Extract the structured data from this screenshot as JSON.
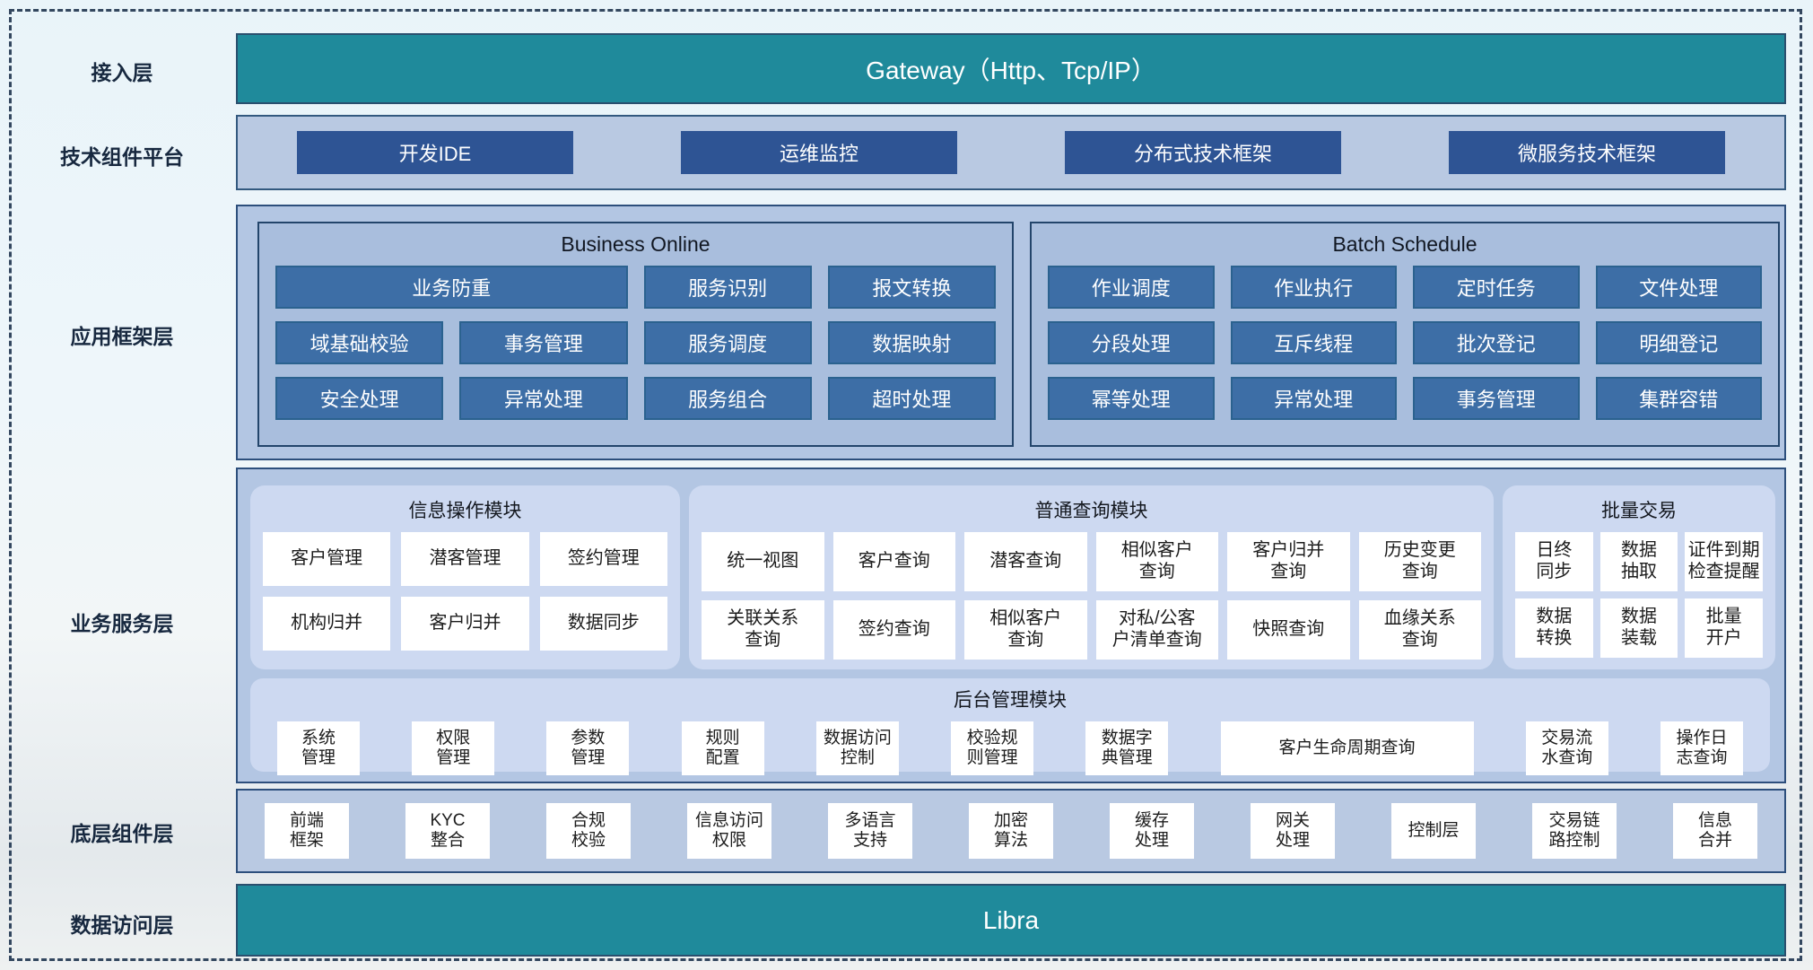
{
  "colors": {
    "teal": "#1f8a9b",
    "dark_blue_button": "#2e5494",
    "steel_blue_button": "#3d6ea6",
    "container_blue": "#b3c6e3",
    "inner_box_blue": "#a9bedd",
    "module_periwinkle": "#cdd9f1",
    "border_navy": "#2d4f7c",
    "label_text": "#17283f"
  },
  "access_layer": {
    "label": "接入层",
    "title": "Gateway（Http、Tcp/IP）"
  },
  "tech_platform": {
    "label": "技术组件平台",
    "buttons": [
      "开发IDE",
      "运维监控",
      "分布式技术框架",
      "微服务技术框架"
    ]
  },
  "app_framework": {
    "label": "应用框架层",
    "business_online": {
      "title": "Business Online",
      "row1_wide": "业务防重",
      "row1": [
        "服务识别",
        "报文转换"
      ],
      "row2": [
        "域基础校验",
        "事务管理",
        "服务调度",
        "数据映射"
      ],
      "row3": [
        "安全处理",
        "异常处理",
        "服务组合",
        "超时处理"
      ]
    },
    "batch_schedule": {
      "title": "Batch Schedule",
      "row1": [
        "作业调度",
        "作业执行",
        "定时任务",
        "文件处理"
      ],
      "row2": [
        "分段处理",
        "互斥线程",
        "批次登记",
        "明细登记"
      ],
      "row3": [
        "幂等处理",
        "异常处理",
        "事务管理",
        "集群容错"
      ]
    }
  },
  "business_service": {
    "label": "业务服务层",
    "info_module": {
      "title": "信息操作模块",
      "row1": [
        "客户管理",
        "潜客管理",
        "签约管理"
      ],
      "row2": [
        "机构归并",
        "客户归并",
        "数据同步"
      ]
    },
    "query_module": {
      "title": "普通查询模块",
      "row1": [
        "统一视图",
        "客户查询",
        "潜客查询",
        "相似客户\n查询",
        "客户归并\n查询",
        "历史变更\n查询"
      ],
      "row2": [
        "关联关系\n查询",
        "签约查询",
        "相似客户\n查询",
        "对私/公客\n户清单查询",
        "快照查询",
        "血缘关系\n查询"
      ]
    },
    "batch_module": {
      "title": "批量交易",
      "row1": [
        "日终\n同步",
        "数据\n抽取",
        "证件到期\n检查提醒"
      ],
      "row2": [
        "数据\n转换",
        "数据\n装载",
        "批量\n开户"
      ]
    },
    "admin_module": {
      "title": "后台管理模块",
      "items": [
        "系统\n管理",
        "权限\n管理",
        "参数\n管理",
        "规则\n配置",
        "数据访问\n控制",
        "校验规\n则管理",
        "数据字\n典管理",
        "客户生命周期查询",
        "交易流\n水查询",
        "操作日\n志查询"
      ]
    }
  },
  "base_components": {
    "label": "底层组件层",
    "items": [
      "前端\n框架",
      "KYC\n整合",
      "合规\n校验",
      "信息访问\n权限",
      "多语言\n支持",
      "加密\n算法",
      "缓存\n处理",
      "网关\n处理",
      "控制层",
      "交易链\n路控制",
      "信息\n合并"
    ]
  },
  "data_access": {
    "label": "数据访问层",
    "title": "Libra"
  }
}
